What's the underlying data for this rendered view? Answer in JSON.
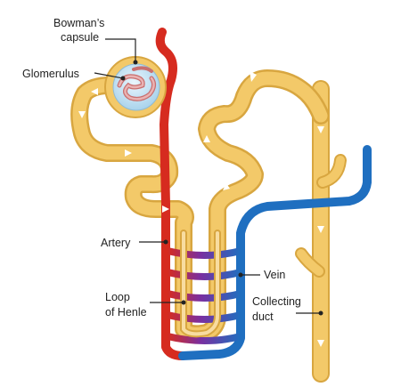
{
  "labels": {
    "bowmans_capsule": [
      "Bowman’s",
      "capsule"
    ],
    "glomerulus": "Glomerulus",
    "artery": "Artery",
    "vein": "Vein",
    "loop_of_henle": [
      "Loop",
      "of Henle"
    ],
    "collecting_duct": [
      "Collecting",
      "duct"
    ]
  },
  "colors": {
    "tubule": "#f3c969",
    "tubule_edge": "#d8a640",
    "artery": "#d62b1f",
    "vein": "#1f6fc0",
    "capillary_mix": "#6a3ba8",
    "capsule_fill": "#cfe7f5",
    "glomerulus_loops": "#d88f8f"
  }
}
